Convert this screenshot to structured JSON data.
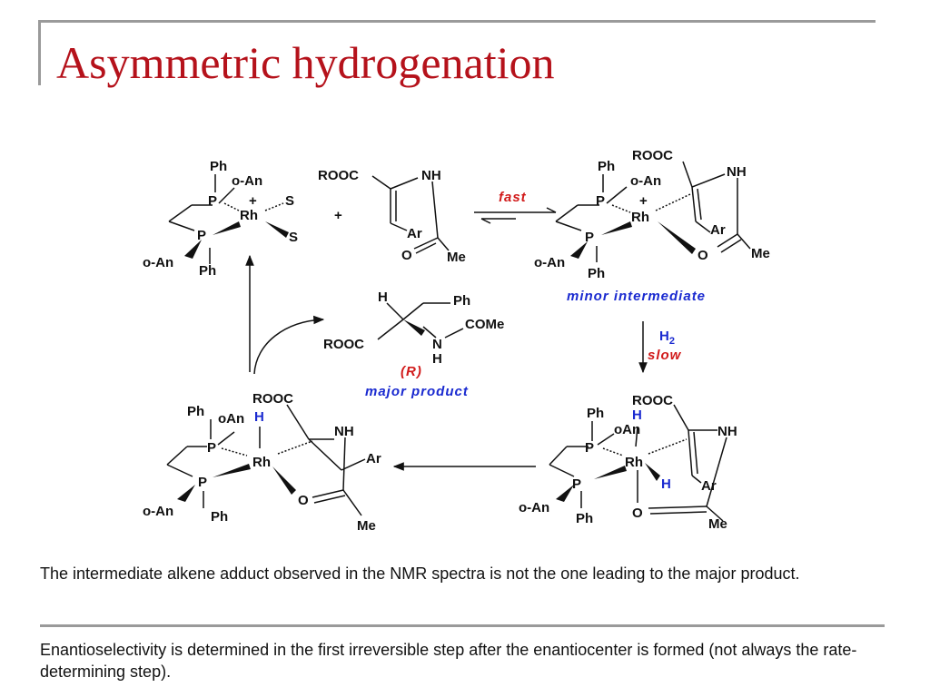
{
  "slide": {
    "title": "Asymmetric hydrogenation",
    "note1": "The intermediate alkene adduct observed in the NMR spectra is not the one leading to the major product.",
    "note2": "Enantioselectivity is determined in the first irreversible step after the enantiocenter is formed (not always the rate-determining step)."
  },
  "scheme": {
    "catalyst": {
      "ph_top": "Ph",
      "oan_top": "o-An",
      "p_top": "P",
      "plus": "+",
      "rh": "Rh",
      "s1": "S",
      "s2": "S",
      "p_bot": "P",
      "oan_bot": "o-An",
      "ph_bot": "Ph"
    },
    "plus_sign": "+",
    "substrate": {
      "rooc": "ROOC",
      "nh": "NH",
      "ar": "Ar",
      "o": "O",
      "me": "Me"
    },
    "arrow_fast": "fast",
    "minor": {
      "rooc": "ROOC",
      "ph_top": "Ph",
      "oan_top": "o-An",
      "p_top": "P",
      "plus": "+",
      "nh": "NH",
      "rh": "Rh",
      "ar": "Ar",
      "p_bot": "P",
      "o": "O",
      "me": "Me",
      "oan_bot": "o-An",
      "ph_bot": "Ph",
      "label": "minor intermediate"
    },
    "arrow_h2": "H",
    "arrow_h2_sub": "2",
    "arrow_slow": "slow",
    "product": {
      "h": "H",
      "ph": "Ph",
      "comе": "COMe",
      "rooc": "ROOC",
      "n": "N",
      "nh_h": "H",
      "stereo": "(R)",
      "label": "major product"
    },
    "dihydride": {
      "ph_top": "Ph",
      "rooc": "ROOC",
      "oan_top": "oAn",
      "h_blue1": "H",
      "p_top": "P",
      "rh": "Rh",
      "nh": "NH",
      "h_blue2": "H",
      "ar": "Ar",
      "p_bot": "P",
      "oan_bot": "o-An",
      "ph_bot": "Ph",
      "o": "O",
      "me": "Me"
    },
    "alkyl": {
      "ph_top": "Ph",
      "rooc": "ROOC",
      "oan_top": "oAn",
      "h_blue": "H",
      "nh": "NH",
      "p_top": "P",
      "rh": "Rh",
      "ar": "Ar",
      "p_bot": "P",
      "o": "O",
      "oan_bot": "o-An",
      "ph_bot": "Ph",
      "me": "Me"
    }
  }
}
